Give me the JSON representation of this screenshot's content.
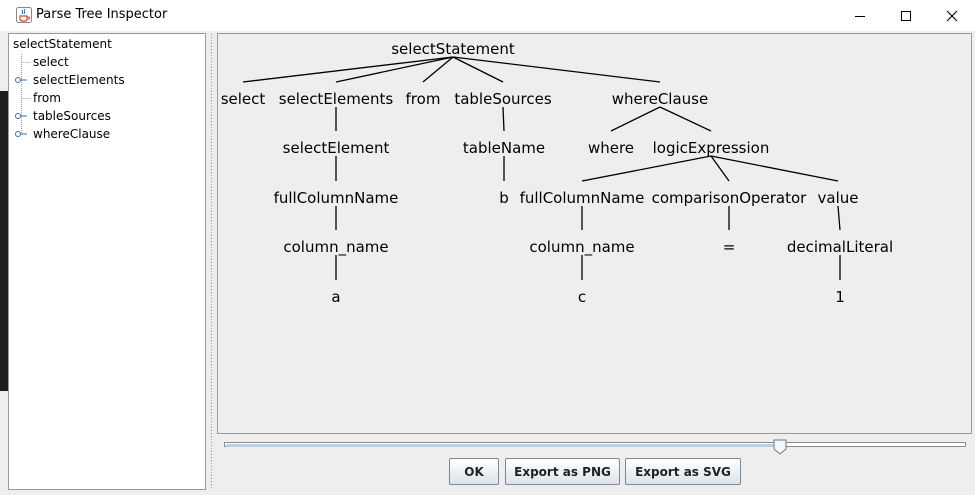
{
  "window": {
    "title": "Parse Tree Inspector",
    "controls": [
      "minimize",
      "maximize",
      "close"
    ]
  },
  "tree": {
    "root": "selectStatement",
    "children": [
      {
        "label": "select",
        "expandable": false
      },
      {
        "label": "selectElements",
        "expandable": true
      },
      {
        "label": "from",
        "expandable": false
      },
      {
        "label": "tableSources",
        "expandable": true
      },
      {
        "label": "whereClause",
        "expandable": true
      }
    ]
  },
  "parse_tree": {
    "nodes": [
      {
        "id": "n0",
        "label": "selectStatement",
        "parent": null
      },
      {
        "id": "n1",
        "label": "select",
        "parent": "n0"
      },
      {
        "id": "n2",
        "label": "selectElements",
        "parent": "n0"
      },
      {
        "id": "n3",
        "label": "from",
        "parent": "n0"
      },
      {
        "id": "n4",
        "label": "tableSources",
        "parent": "n0"
      },
      {
        "id": "n5",
        "label": "whereClause",
        "parent": "n0"
      },
      {
        "id": "n6",
        "label": "selectElement",
        "parent": "n2"
      },
      {
        "id": "n7",
        "label": "fullColumnName",
        "parent": "n6"
      },
      {
        "id": "n8",
        "label": "column_name",
        "parent": "n7"
      },
      {
        "id": "n9",
        "label": "a",
        "parent": "n8"
      },
      {
        "id": "n10",
        "label": "tableName",
        "parent": "n4"
      },
      {
        "id": "n11",
        "label": "b",
        "parent": "n10"
      },
      {
        "id": "n12",
        "label": "where",
        "parent": "n5"
      },
      {
        "id": "n13",
        "label": "logicExpression",
        "parent": "n5"
      },
      {
        "id": "n14",
        "label": "fullColumnName",
        "parent": "n13"
      },
      {
        "id": "n15",
        "label": "comparisonOperator",
        "parent": "n13"
      },
      {
        "id": "n16",
        "label": "value",
        "parent": "n13"
      },
      {
        "id": "n17",
        "label": "column_name",
        "parent": "n14"
      },
      {
        "id": "n18",
        "label": "c",
        "parent": "n17"
      },
      {
        "id": "n19",
        "label": "=",
        "parent": "n15"
      },
      {
        "id": "n20",
        "label": "decimalLiteral",
        "parent": "n16"
      },
      {
        "id": "n21",
        "label": "1",
        "parent": "n20"
      }
    ]
  },
  "zoom_slider": {
    "value": 0.75
  },
  "buttons": {
    "ok": "OK",
    "export_png": "Export as PNG",
    "export_svg": "Export as SVG"
  }
}
